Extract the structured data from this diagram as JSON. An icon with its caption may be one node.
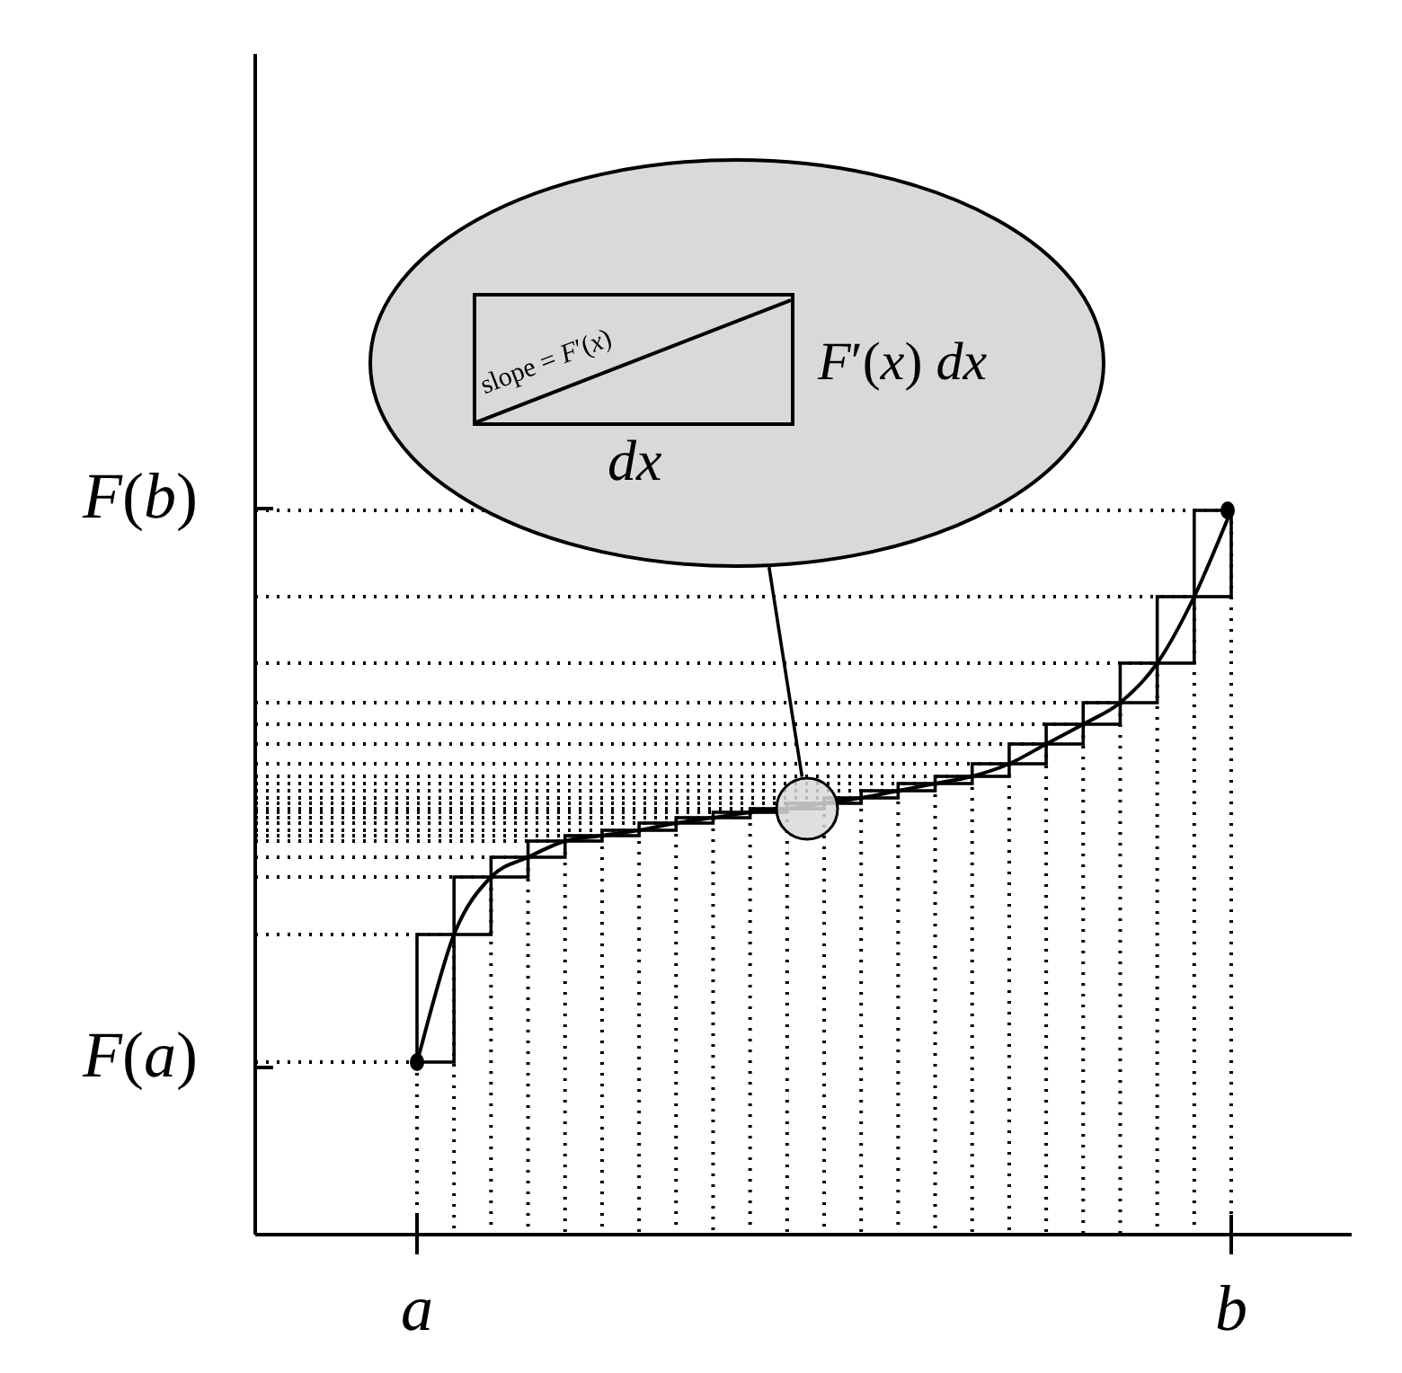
{
  "diagram": {
    "nodes": [
      {
        "text": [
          "*F*′(*x*) *dx*",
          "*dx*"
        ]
      },
      {
        "text": [
          "slope = *F*′(*x*)"
        ],
        "in": 0
      },
      {
        "text": [],
        "shape": "circle"
      }
    ],
    "edges": [
      {
        "from": 0,
        "to": 2,
        "arrow": "none"
      }
    ],
    "labels": [
      "*F*(*b*)",
      "*F*(*a*)",
      "a",
      "b"
    ]
  }
}
